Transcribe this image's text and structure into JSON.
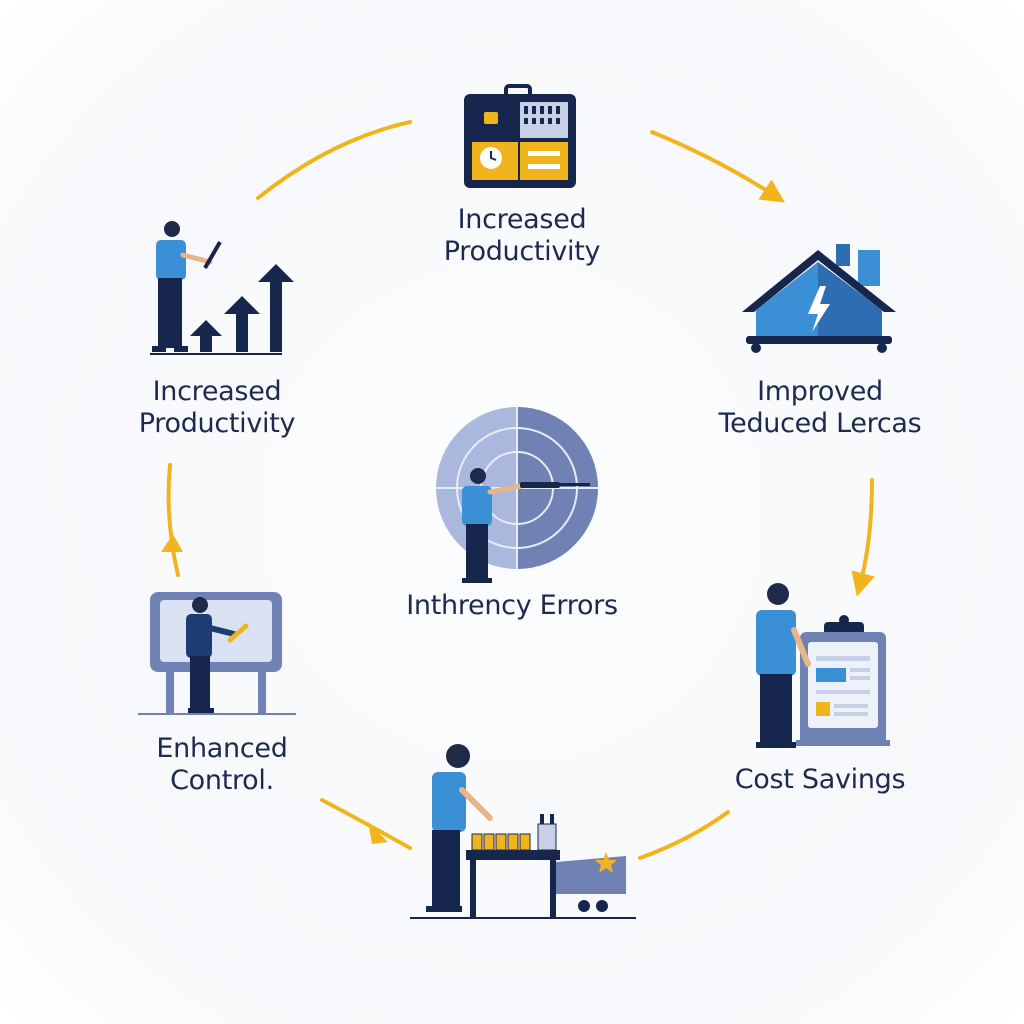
{
  "labels": {
    "top": [
      "Increased",
      "Productivity"
    ],
    "right": [
      "Improved",
      "Teduced Lercas"
    ],
    "left": [
      "Increased",
      "Productivity"
    ],
    "center": [
      "Inthrency Errors"
    ],
    "bottom_left": [
      "Enhanced",
      "Control."
    ],
    "bottom_right": [
      "Cost Savings"
    ]
  },
  "colors": {
    "navy": "#17264d",
    "blue": "#3b8fd4",
    "mid_blue": "#2f6db3",
    "slate": "#6f82b3",
    "pale": "#c7d0e6",
    "yellow": "#f2b41c",
    "text": "#1d2a4f"
  },
  "icons": {
    "top": "clipboard-clock-icon",
    "right": "house-bolt-icon",
    "left": "worker-growth-chart-icon",
    "center": "worker-radar-icon",
    "bottom_left": "worker-whiteboard-icon",
    "bottom_right": "worker-report-board-icon",
    "bottom": "worker-assembly-line-icon"
  }
}
